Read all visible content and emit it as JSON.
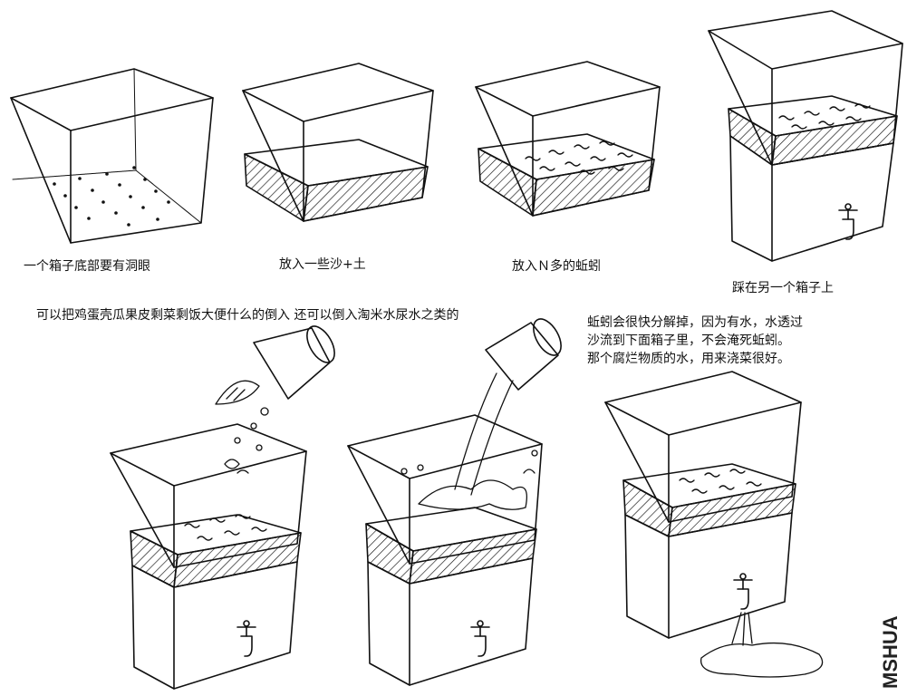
{
  "captions": {
    "step1": "一个箱子底部要有洞眼",
    "step2": "放入一些沙+土",
    "step3": "放入Ｎ多的蚯蚓",
    "step4": "踩在另一个箱子上",
    "step5": "可以把鸡蛋壳瓜果皮剩菜剩饭大便什么的倒入  还可以倒入淘米水尿水之类的",
    "step7": [
      "蚯蚓会很快分解掉，因为有水，水透过",
      "沙流到下面箱子里，不会淹死蚯蚓。",
      "那个腐烂物质的水，用来浇菜很好。"
    ]
  },
  "watermark": "MSHUA",
  "colors": {
    "line": "#111111",
    "background": "#ffffff"
  }
}
